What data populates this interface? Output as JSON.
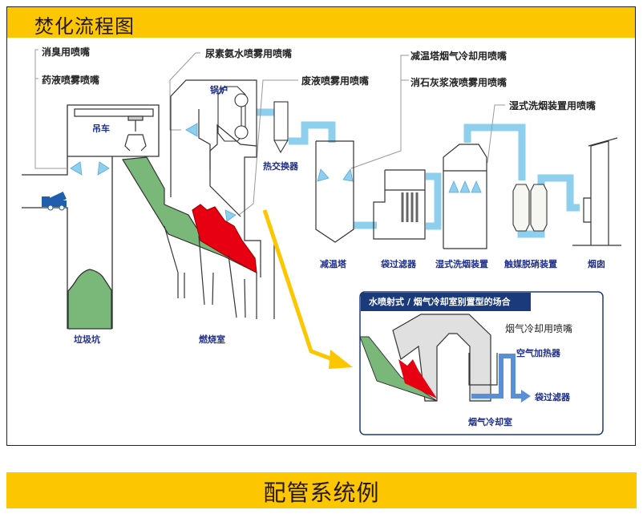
{
  "header": {
    "title": "焚化流程图"
  },
  "footer": {
    "title": "配管系统例"
  },
  "callouts": {
    "deodorize_nozzle": "消臭用喷嘴",
    "chemical_spray_nozzle": "药液喷雾喷嘴",
    "urea_ammonia_nozzle": "尿素氨水喷雾用喷嘴",
    "waste_liquid_nozzle": "废液喷雾用喷嘴",
    "cooling_tower_nozzle": "减温塔烟气冷却用喷嘴",
    "lime_slurry_nozzle": "消石灰浆液喷雾用喷嘴",
    "wet_scrubber_nozzle": "湿式洗烟装置用喷嘴"
  },
  "components": {
    "crane": "吊车",
    "boiler": "锅炉",
    "heat_exchanger": "热交换器",
    "cooling_tower": "减温塔",
    "bag_filter": "袋过滤器",
    "wet_scrubber": "湿式洗烟装置",
    "catalytic_denitration": "触媒脱硝装置",
    "chimney": "烟囱",
    "garbage_pit": "垃圾坑",
    "combustion_chamber": "燃烧室"
  },
  "inset": {
    "title": "水喷射式 / 烟气冷却室别置型的场合",
    "flue_gas_cooling_nozzle": "烟气冷却用喷嘴",
    "air_heater": "空气加热器",
    "bag_filter": "袋过滤器",
    "flue_gas_cooling_chamber": "烟气冷却室"
  },
  "colors": {
    "header_yellow": "#fcc600",
    "duct_blue": "#8ecfee",
    "garbage_green": "#7ab87a",
    "flame_red": "#e60012",
    "label_blue": "#1f2f8a",
    "inset_navy": "#1b3a7c",
    "arrow_yellow": "#fcc600"
  }
}
